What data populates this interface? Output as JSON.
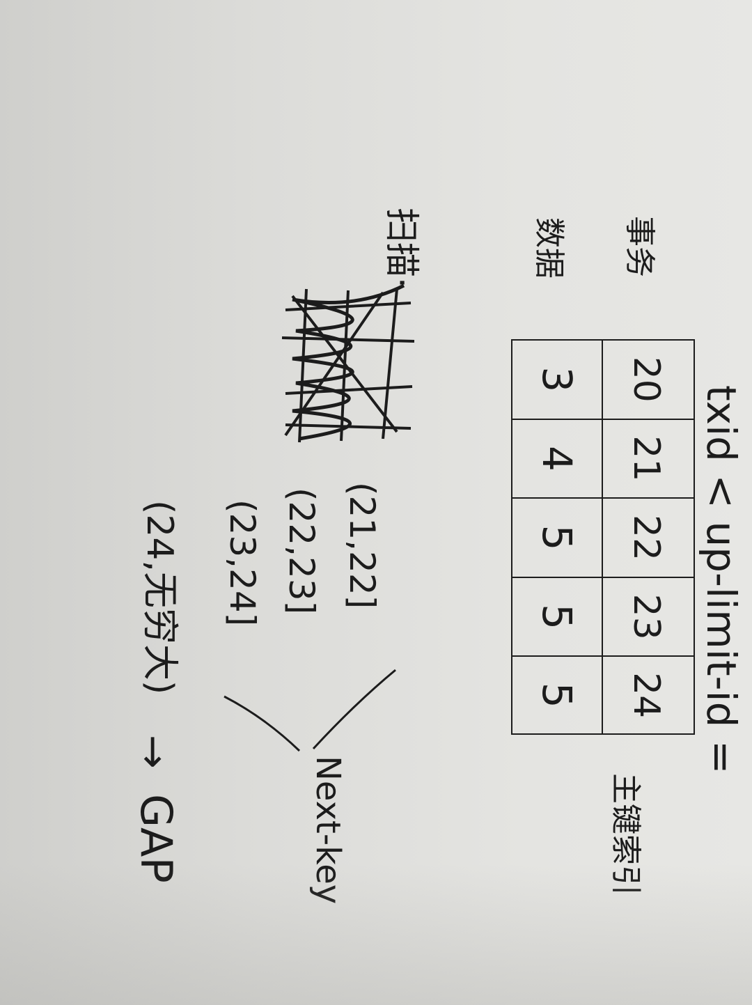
{
  "note": {
    "header": "txid < up-limit-id =",
    "row_label_txid": "事务",
    "row_label_data": "数据",
    "scan_label": "扫描·",
    "table": {
      "txids": [
        "20",
        "21",
        "22",
        "23",
        "24"
      ],
      "values": [
        "3",
        "4",
        "5",
        "5",
        "5"
      ]
    },
    "side_label": "主键索引",
    "ranges": [
      "(21,22]",
      "(22,23]",
      "(23,24]",
      "(24,无穷大)"
    ],
    "next_key": "Next-key",
    "arrow": "→",
    "gap": "GAP"
  }
}
